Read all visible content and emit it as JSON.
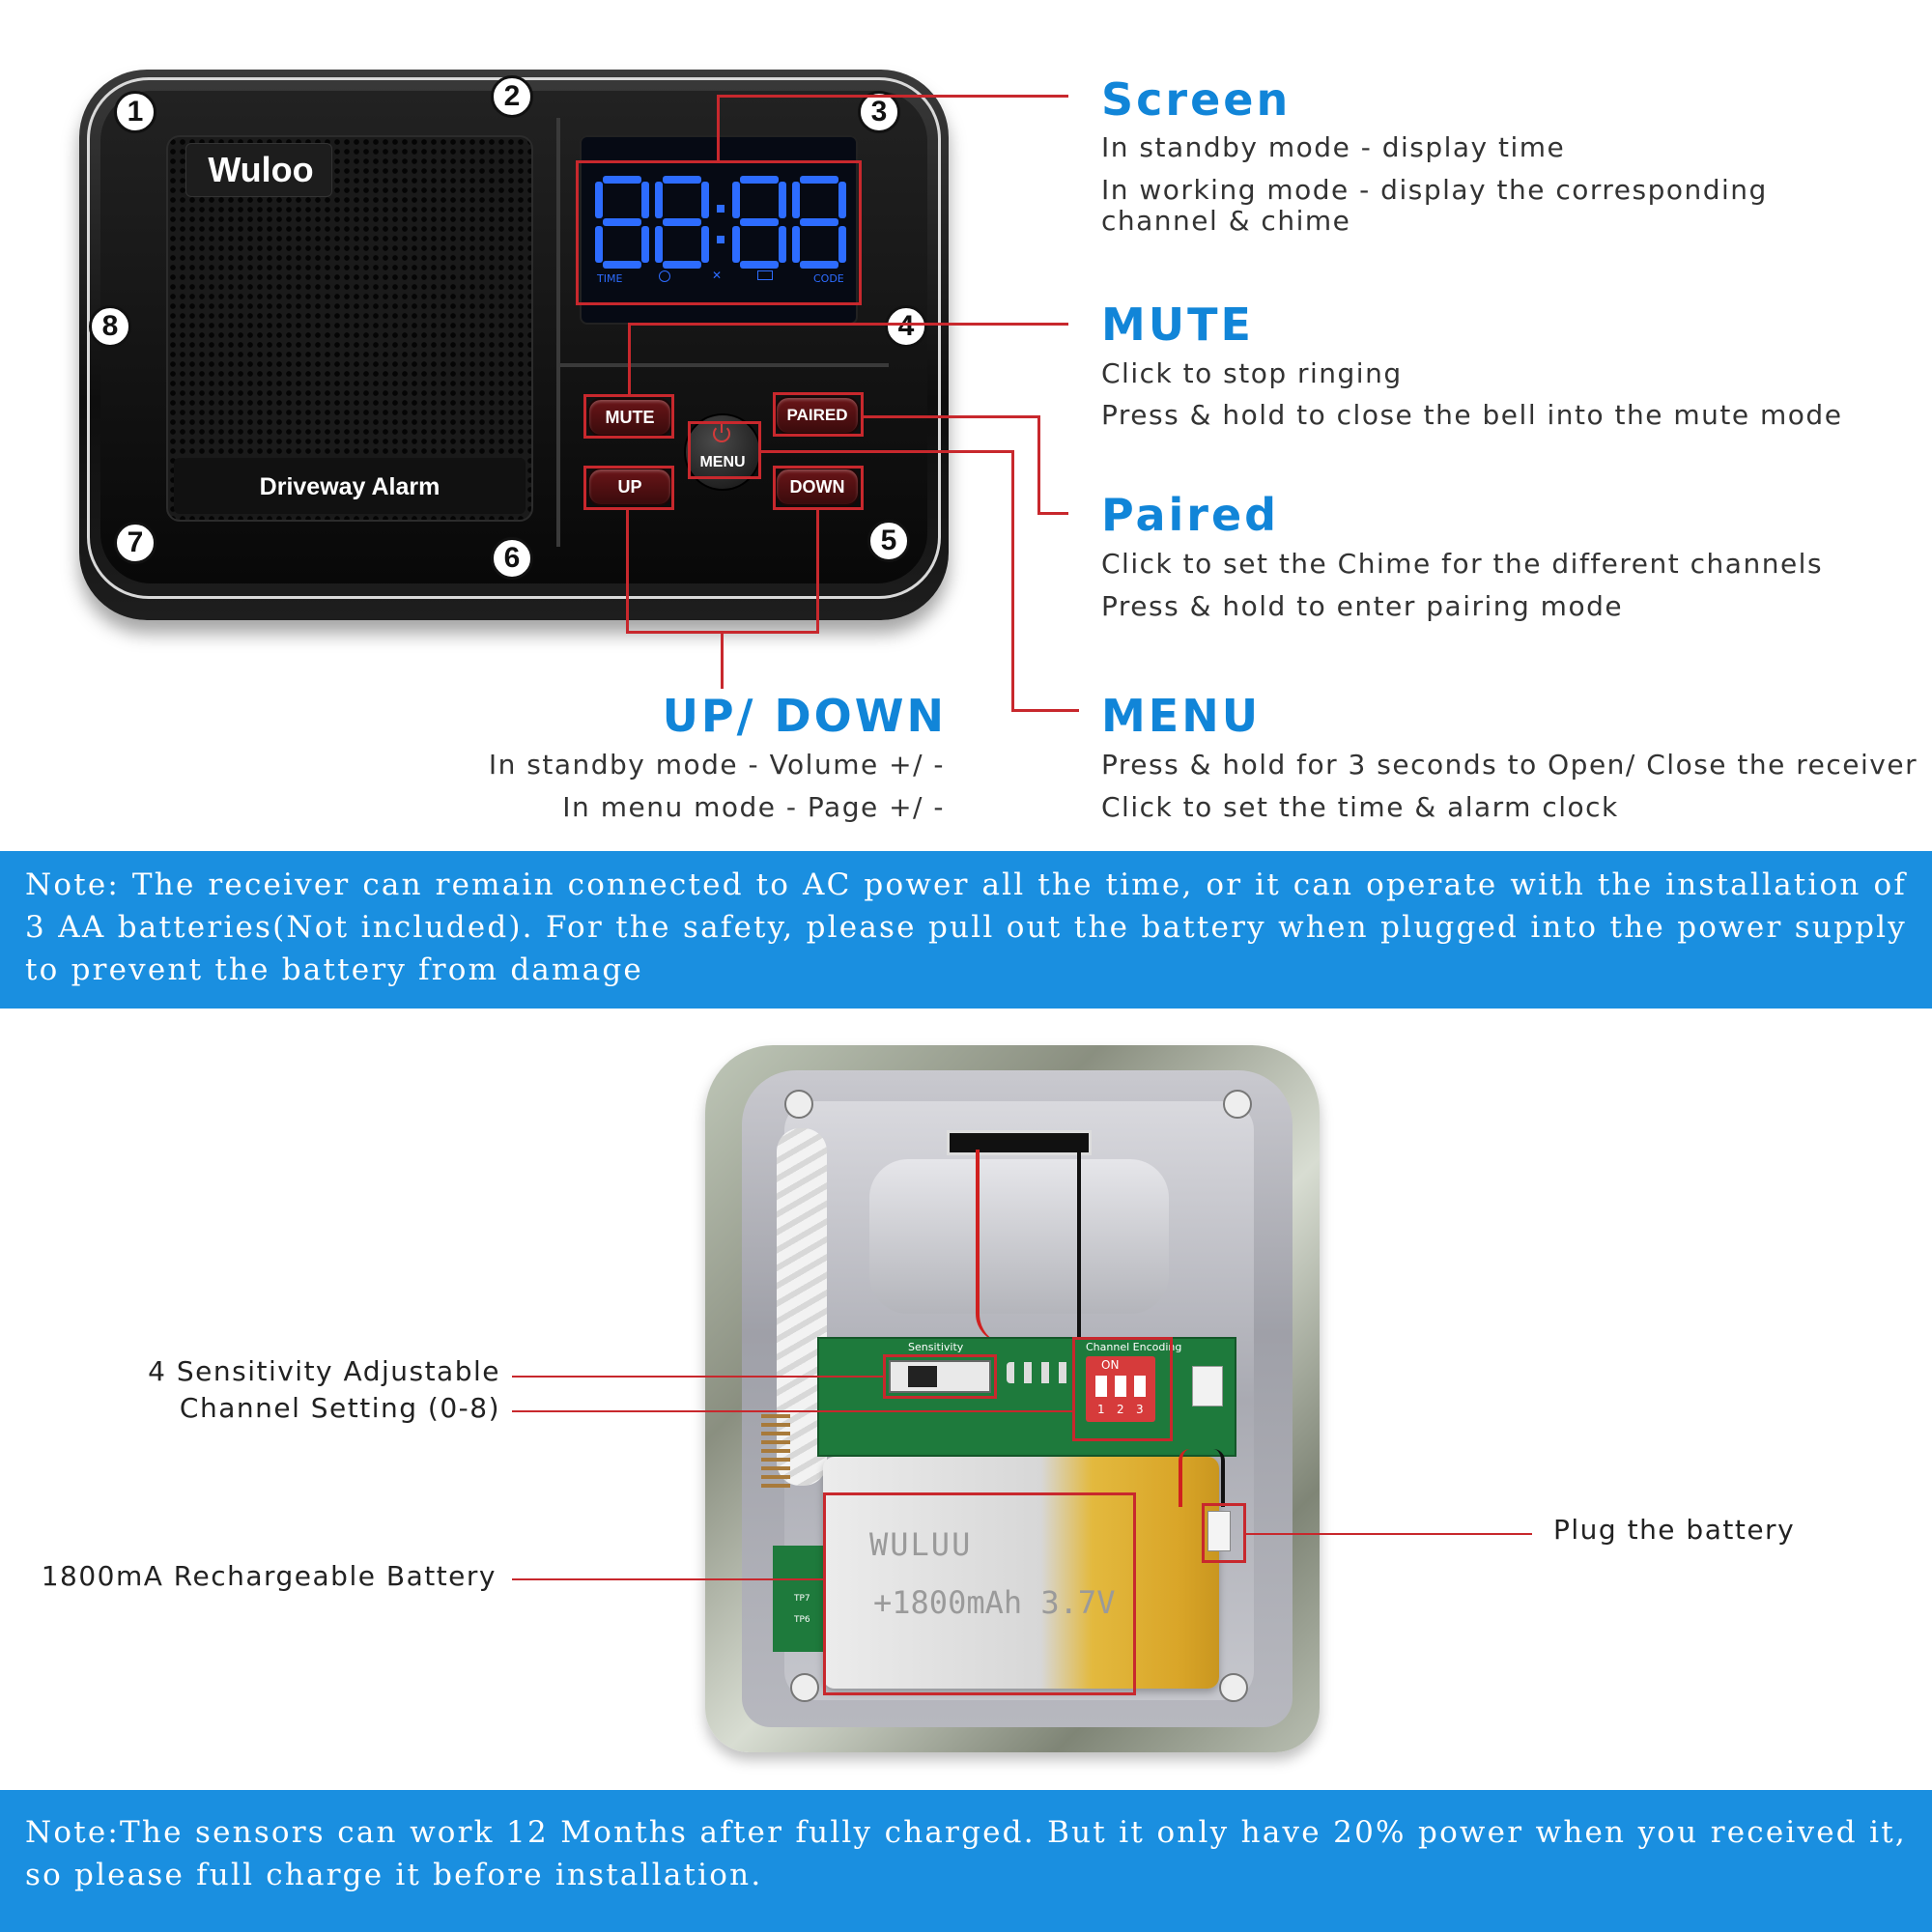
{
  "device": {
    "brand": "Wuloo",
    "speaker_label": "Driveway Alarm",
    "display_digits": "88:88",
    "lcd_indicators": [
      "TIME",
      "CODE"
    ],
    "callout_numbers": [
      "1",
      "2",
      "3",
      "4",
      "5",
      "6",
      "7",
      "8"
    ],
    "buttons": {
      "mute": "MUTE",
      "paired": "PAIRED",
      "menu": "MENU",
      "up": "UP",
      "down": "DOWN"
    }
  },
  "callouts": {
    "screen": {
      "title": "Screen",
      "lines": [
        "In standby mode - display time",
        "In working mode - display the corresponding",
        "channel & chime"
      ]
    },
    "mute": {
      "title": "MUTE",
      "lines": [
        "Click to stop ringing",
        "Press & hold to close the bell into the mute mode"
      ]
    },
    "paired": {
      "title": "Paired",
      "lines": [
        "Click to set the Chime for the different channels",
        "Press & hold to enter pairing mode"
      ]
    },
    "up_down": {
      "title": "UP/ DOWN",
      "lines": [
        "In standby mode - Volume +/ -",
        "In menu mode - Page +/ -"
      ]
    },
    "menu": {
      "title": "MENU",
      "lines": [
        "Press & hold for 3 seconds to Open/ Close the receiver",
        "Click to set the time & alarm clock"
      ]
    }
  },
  "notes": {
    "top": "Note: The receiver can remain connected to AC power all the time, or it can operate with the installation of 3 AA batteries(Not included). For the safety, please pull out the battery when plugged into the power supply to prevent the battery from damage",
    "bottom": "Note:The sensors can work 12 Months after fully charged. But it only have 20% power when you received it, so please full charge it before installation."
  },
  "sensor": {
    "pcb_sensitivity": "Sensitivity",
    "pcb_channel": "Channel Encoding",
    "dip_on": "ON",
    "dip_numbers": [
      "1",
      "2",
      "3"
    ],
    "battery_print_1": "WULUU",
    "battery_print_2": "+1800mAh 3.7V",
    "tp_labels": [
      "TP7",
      "TP6"
    ],
    "labels": {
      "sensitivity": "4 Sensitivity Adjustable",
      "channel": "Channel Setting (0-8)",
      "battery": "1800mA Rechargeable Battery",
      "plug": "Plug the battery"
    }
  },
  "colors": {
    "accent_blue": "#1185d8",
    "note_bar": "#1a8fe0",
    "callout_red": "#c8282d",
    "lcd_blue": "#2d6cff"
  }
}
